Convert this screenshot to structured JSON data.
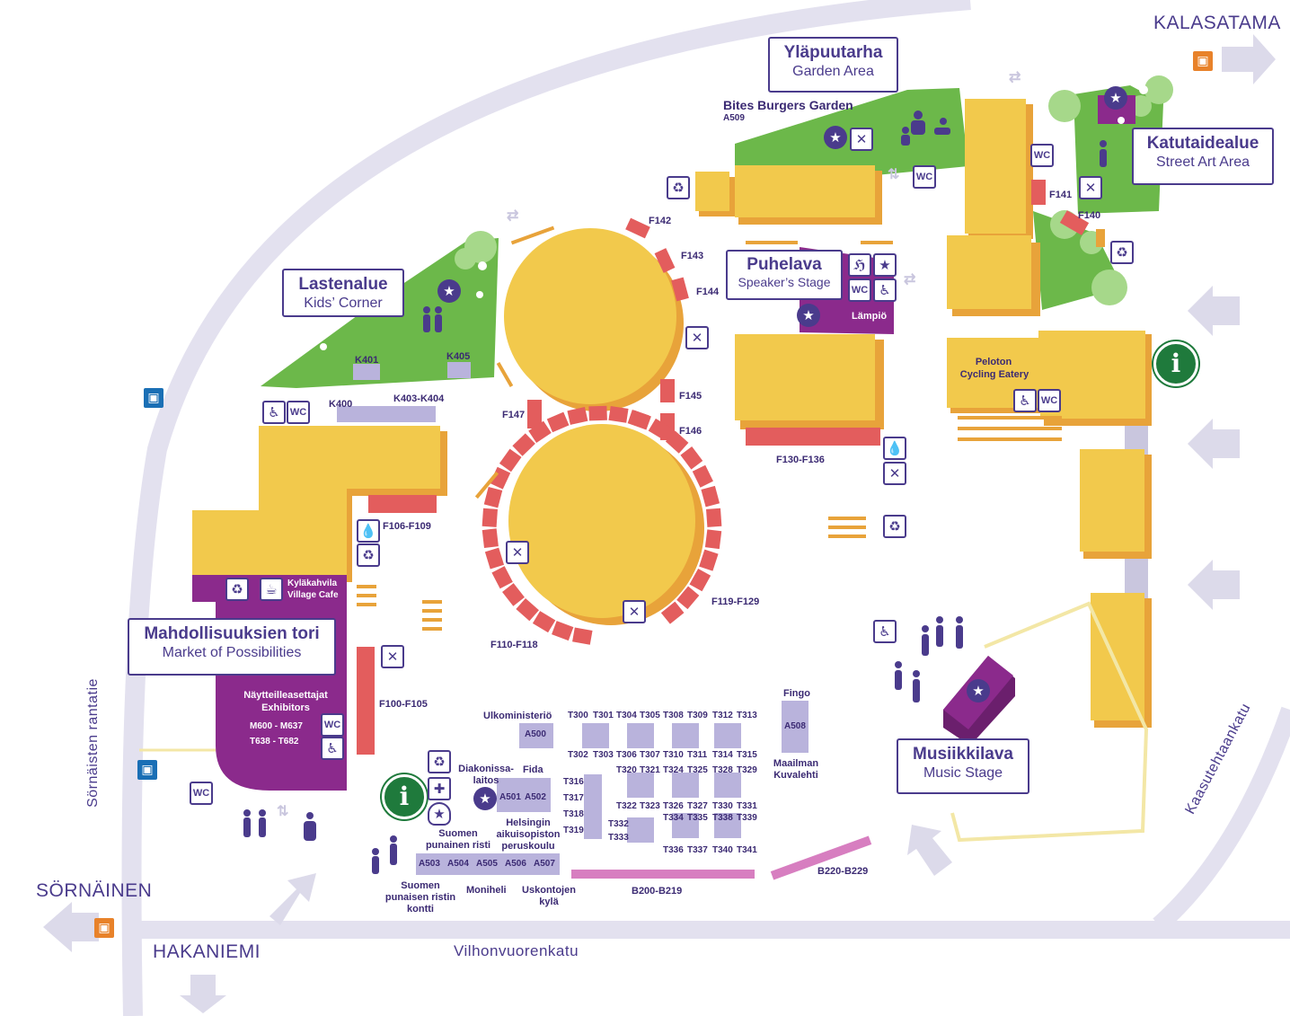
{
  "places": {
    "kalasatama": "KALASATAMA",
    "sornainen": "SÖRNÄINEN",
    "hakaniemi": "HAKANIEMI"
  },
  "streets": {
    "vilhonvuorenkatu": "Vilhonvuorenkatu",
    "sornaisten_rantatie": "Sörnäisten rantatie",
    "kaasutehtaankatu": "Kaasutehtaankatu"
  },
  "zones": {
    "ylapuutarha": {
      "title": "Yläpuutarha",
      "subtitle": "Garden Area"
    },
    "katutaide": {
      "title": "Katutaidealue",
      "subtitle": "Street Art Area"
    },
    "lastenalue": {
      "title": "Lastenalue",
      "subtitle": "Kids’ Corner"
    },
    "puhelava": {
      "title": "Puhelava",
      "subtitle": "Speaker’s Stage"
    },
    "mahdollisuuksien": {
      "title": "Mahdollisuuksien tori",
      "subtitle": "Market of Possibilities"
    },
    "musiikkilava": {
      "title": "Musiikkilava",
      "subtitle": "Music Stage"
    }
  },
  "labels": {
    "bites_burgers": "Bites Burgers Garden",
    "a509": "A509",
    "peloton": "Peloton",
    "cycling_eatery": "Cycling Eatery",
    "lampio": "Lämpiö",
    "kylakahvila": "Kyläkahvila",
    "village_cafe": "Village Cafe",
    "nayttelija_fi": "Näytteilleasettajat",
    "nayttelija_en": "Exhibitors",
    "m600": "M600 - M637",
    "t638": "T638 - T682",
    "ulkoministerio": "Ulkoministeriö",
    "a500": "A500",
    "fingo": "Fingo",
    "a508": "A508",
    "maailman_1": "Maailman",
    "maailman_2": "Kuvalehti",
    "diakonissa_1": "Diakonissa-",
    "diakonissa_2": "laitos",
    "fida": "Fida",
    "a501": "A501",
    "a502": "A502",
    "helsingin_1": "Helsingin",
    "helsingin_2": "aikuisopiston",
    "helsingin_3": "peruskoulu",
    "spr_1": "Suomen",
    "spr_2": "punainen risti",
    "a503": "A503",
    "a504": "A504",
    "a505": "A505",
    "a506": "A506",
    "a507": "A507",
    "spr_kontti_1": "Suomen",
    "spr_kontti_2": "punaisen ristin",
    "spr_kontti_3": "kontti",
    "moniheli": "Moniheli",
    "uskontojen_1": "Uskontojen",
    "uskontojen_2": "kylä",
    "b200": "B200-B219",
    "b220": "B220-B229",
    "k400": "K400",
    "k401": "K401",
    "k403": "K403-K404",
    "k405": "K405",
    "f100": "F100-F105",
    "f106": "F106-F109",
    "f110": "F110-F118",
    "f119": "F119-F129",
    "f130": "F130-F136",
    "f140": "F140",
    "f141": "F141",
    "f142": "F142",
    "f143": "F143",
    "f144": "F144",
    "f145": "F145",
    "f146": "F146",
    "f147": "F147",
    "wc": "WC"
  },
  "t_stands": {
    "row1": [
      "T300",
      "T301",
      "T304",
      "T305",
      "T308",
      "T309",
      "T312",
      "T313"
    ],
    "row2": [
      "T302",
      "T303",
      "T306",
      "T307",
      "T310",
      "T311",
      "T314",
      "T315"
    ],
    "row3": [
      "T320",
      "T321",
      "T324",
      "T325",
      "T328",
      "T329"
    ],
    "row4": [
      "T322",
      "T323",
      "T326",
      "T327",
      "T330",
      "T331"
    ],
    "row5": [
      "T334",
      "T335",
      "T338",
      "T339"
    ],
    "row6": [
      "T336",
      "T337",
      "T340",
      "T341"
    ],
    "col_left": [
      "T316",
      "T317",
      "T318",
      "T319"
    ],
    "col_mid": [
      "T332",
      "T333"
    ]
  },
  "icons": {
    "info": "i",
    "star": "★",
    "wc": "WC"
  },
  "colors": {
    "purple": "#4a3b8c",
    "magenta": "#8b2a8c",
    "building": "#f2c94c",
    "building_shade": "#e8a33a",
    "green": "#6cb84a",
    "red_stand": "#e35d5d",
    "lilac_stand": "#b9b3dc",
    "road": "#e3e1ef",
    "info_green": "#1f7a3c",
    "bus_orange": "#e8822a",
    "bus_blue": "#1a6fb5"
  }
}
